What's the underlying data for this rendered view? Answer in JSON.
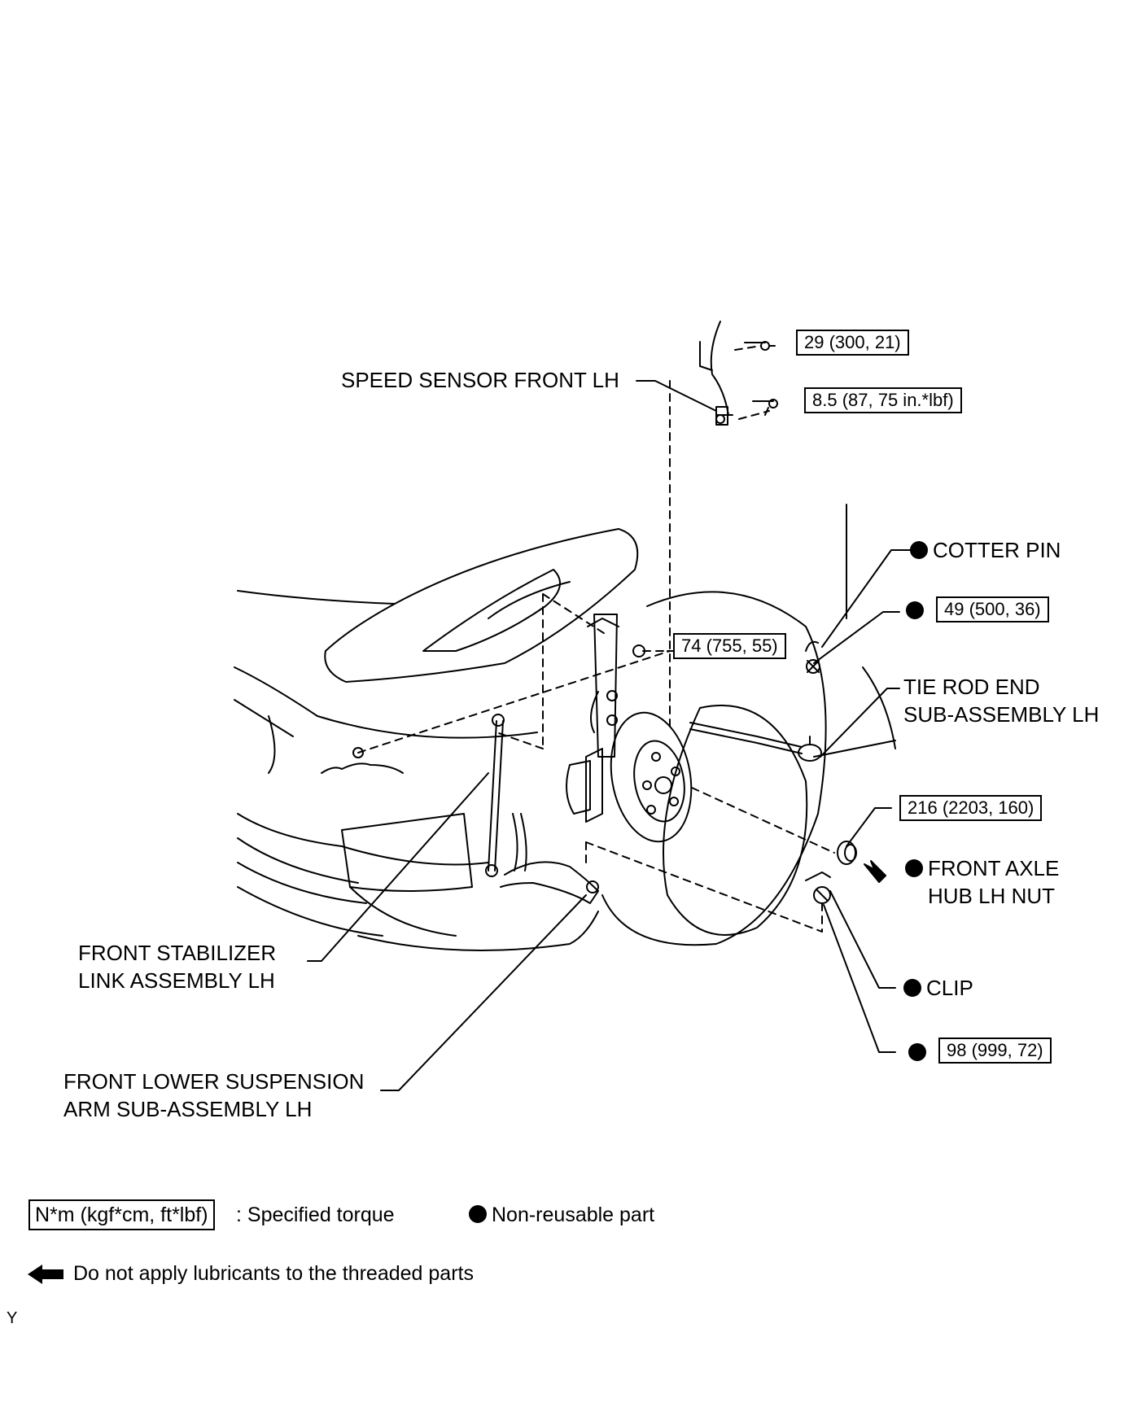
{
  "labels": {
    "speed_sensor": "SPEED SENSOR FRONT LH",
    "cotter_pin": "COTTER PIN",
    "tie_rod_line1": "TIE ROD END",
    "tie_rod_line2": "SUB-ASSEMBLY LH",
    "axle_nut_line1": "FRONT AXLE",
    "axle_nut_line2": "HUB LH NUT",
    "clip": "CLIP",
    "stabilizer_line1": "FRONT STABILIZER",
    "stabilizer_line2": "LINK ASSEMBLY LH",
    "lower_arm_line1": "FRONT LOWER SUSPENSION",
    "lower_arm_line2": "ARM SUB-ASSEMBLY LH"
  },
  "torques": {
    "t1": "29 (300, 21)",
    "t2": "8.5 (87, 75 in.*lbf)",
    "t3": "74 (755, 55)",
    "t4": "49 (500, 36)",
    "t5": "216 (2203, 160)",
    "t6": "98 (999, 72)"
  },
  "legend": {
    "torque_unit": "N*m (kgf*cm, ft*lbf)",
    "torque_desc": ": Specified torque",
    "non_reusable": "Non-reusable part",
    "no_lubricant": "Do not apply lubricants to the threaded parts"
  },
  "figure_code": "Y"
}
